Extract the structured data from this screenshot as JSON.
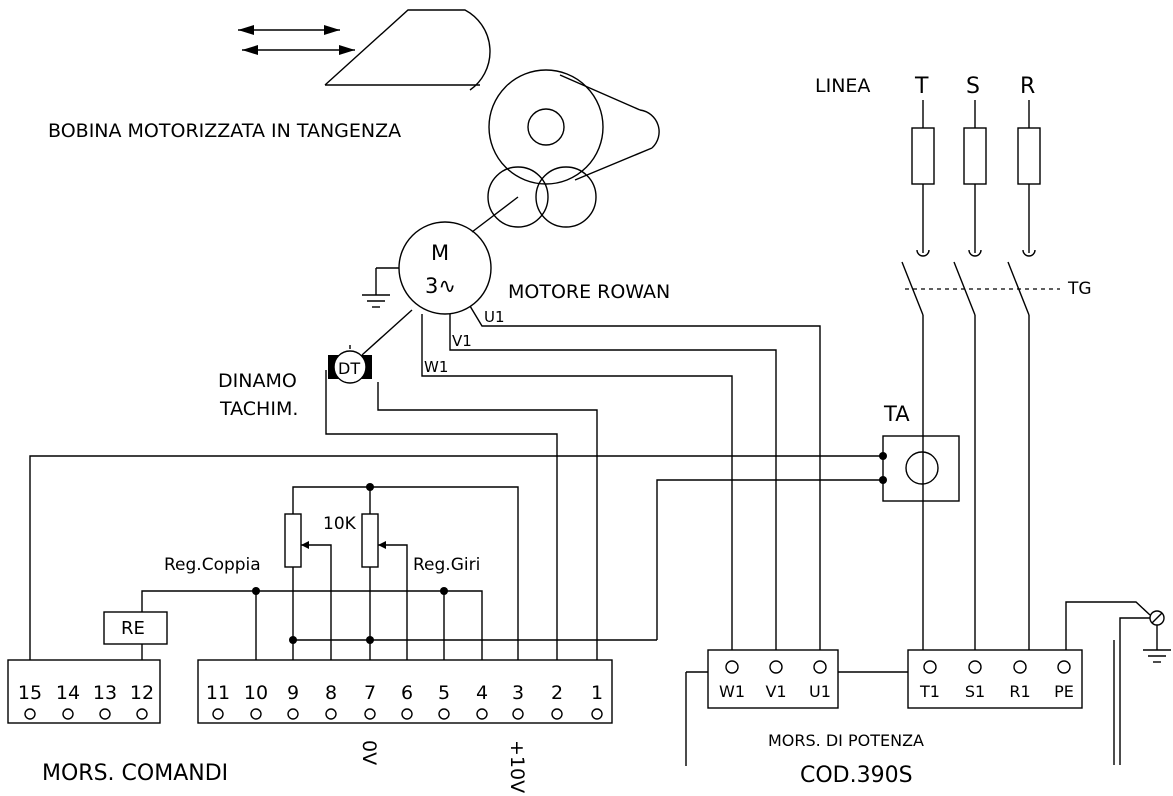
{
  "labels": {
    "bobina": "BOBINA MOTORIZZATA IN TANGENZA",
    "motor_m": "M",
    "motor_phase": "3∿",
    "motore": "MOTORE ROWAN",
    "dinamo_line1": "DINAMO",
    "dinamo_line2": "TACHIM.",
    "dt": "DT",
    "u1": "U1",
    "v1": "V1",
    "w1": "W1",
    "linea": "LINEA",
    "phase_t": "T",
    "phase_s": "S",
    "phase_r": "R",
    "tg": "TG",
    "ta": "TA",
    "pot_value": "10K",
    "reg_coppia": "Reg.Coppia",
    "reg_giri": "Reg.Giri",
    "re": "RE",
    "mors_comandi": "MORS. COMANDI",
    "zero_v": "0V",
    "plus_10v": "+10V",
    "mors_potenza": "MORS. DI POTENZA",
    "cod": "COD.390S"
  },
  "terminals": {
    "relay_block": [
      "15",
      "14",
      "13",
      "12"
    ],
    "command_block": [
      "11",
      "10",
      "9",
      "8",
      "7",
      "6",
      "5",
      "4",
      "3",
      "2",
      "1"
    ],
    "motor_block": [
      "W1",
      "V1",
      "U1"
    ],
    "power_block": [
      "T1",
      "S1",
      "R1",
      "PE"
    ]
  }
}
